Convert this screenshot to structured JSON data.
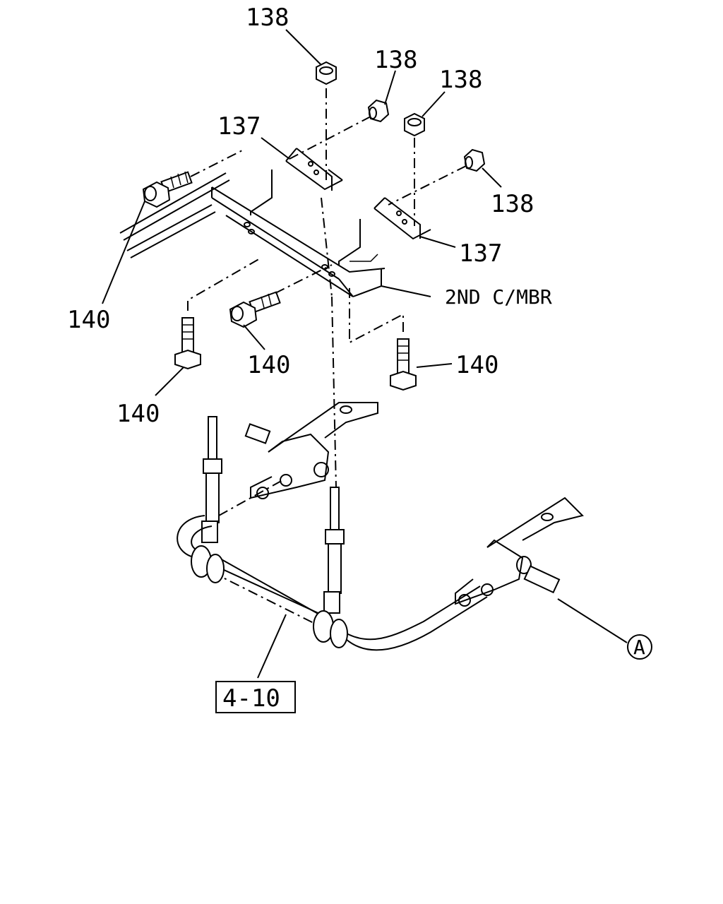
{
  "labels": {
    "nut_top": "138",
    "nut_mid_left": "138",
    "nut_mid_right": "138",
    "nut_right": "138",
    "bracket_left": "137",
    "bracket_right": "137",
    "bolt_left": "140",
    "bolt_vertical_left": "140",
    "bolt_center": "140",
    "bolt_vertical_right": "140",
    "crossmember": "2ND C/MBR",
    "reference": "4-10",
    "view_marker": "A"
  }
}
